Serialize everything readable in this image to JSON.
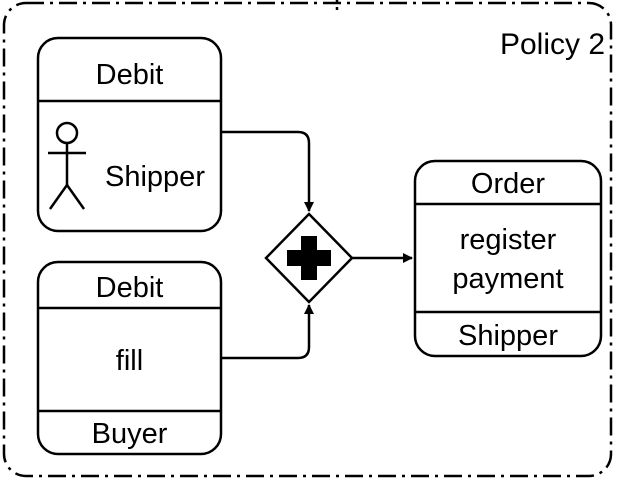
{
  "policy": {
    "label": "Policy 2"
  },
  "tasks": [
    {
      "header": "Debit",
      "body": "Shipper",
      "body_kind": "actor",
      "footer": ""
    },
    {
      "header": "Debit",
      "body": "fill",
      "body_kind": "text",
      "footer": "Buyer"
    },
    {
      "header": "Order",
      "body_lines": [
        "register",
        "payment"
      ],
      "footer": "Shipper"
    }
  ],
  "gateway": {
    "type": "parallel"
  }
}
